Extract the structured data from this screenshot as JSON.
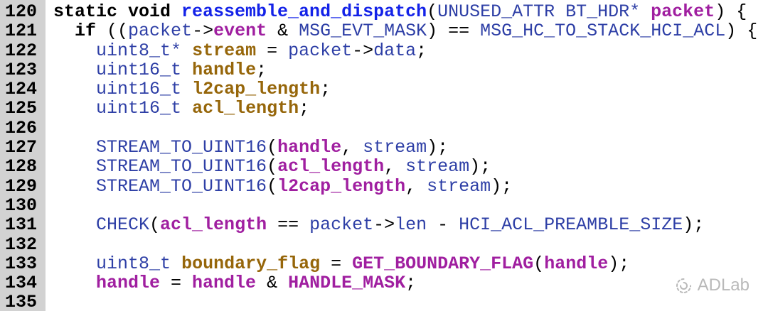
{
  "colors": {
    "background": "#ffffff",
    "gutter_background": "#d2d2d2",
    "line_number": "#000000",
    "keyword": "#000000",
    "function": "#1322e8",
    "type": "#2e3fa6",
    "param": "#a01fa0",
    "local": "#96660a",
    "plain": "#000000",
    "watermark": "#b6b6b6"
  },
  "watermark": {
    "label": "ADLab"
  },
  "code": {
    "language": "c",
    "lines": [
      {
        "num": "120",
        "tokens": [
          {
            "c": "kw",
            "t": "static void "
          },
          {
            "c": "fn",
            "t": "reassemble_and_dispatch"
          },
          {
            "c": "pl",
            "t": "("
          },
          {
            "c": "ty",
            "t": "UNUSED_ATTR BT_HDR*"
          },
          {
            "c": "pl",
            "t": " "
          },
          {
            "c": "pa",
            "t": "packet"
          },
          {
            "c": "pl",
            "t": ") {"
          }
        ]
      },
      {
        "num": "121",
        "tokens": [
          {
            "c": "pl",
            "t": "  "
          },
          {
            "c": "kw",
            "t": "if"
          },
          {
            "c": "pl",
            "t": " (("
          },
          {
            "c": "ty",
            "t": "packet"
          },
          {
            "c": "pl",
            "t": "->"
          },
          {
            "c": "pa",
            "t": "event"
          },
          {
            "c": "pl",
            "t": " & "
          },
          {
            "c": "ty",
            "t": "MSG_EVT_MASK"
          },
          {
            "c": "pl",
            "t": ") == "
          },
          {
            "c": "ty",
            "t": "MSG_HC_TO_STACK_HCI_ACL"
          },
          {
            "c": "pl",
            "t": ") {"
          }
        ]
      },
      {
        "num": "122",
        "tokens": [
          {
            "c": "pl",
            "t": "    "
          },
          {
            "c": "ty",
            "t": "uint8_t*"
          },
          {
            "c": "pl",
            "t": " "
          },
          {
            "c": "lo",
            "t": "stream"
          },
          {
            "c": "pl",
            "t": " = "
          },
          {
            "c": "ty",
            "t": "packet"
          },
          {
            "c": "pl",
            "t": "->"
          },
          {
            "c": "ty",
            "t": "data"
          },
          {
            "c": "pl",
            "t": ";"
          }
        ]
      },
      {
        "num": "123",
        "tokens": [
          {
            "c": "pl",
            "t": "    "
          },
          {
            "c": "ty",
            "t": "uint16_t"
          },
          {
            "c": "pl",
            "t": " "
          },
          {
            "c": "lo",
            "t": "handle"
          },
          {
            "c": "pl",
            "t": ";"
          }
        ]
      },
      {
        "num": "124",
        "tokens": [
          {
            "c": "pl",
            "t": "    "
          },
          {
            "c": "ty",
            "t": "uint16_t"
          },
          {
            "c": "pl",
            "t": " "
          },
          {
            "c": "lo",
            "t": "l2cap_length"
          },
          {
            "c": "pl",
            "t": ";"
          }
        ]
      },
      {
        "num": "125",
        "tokens": [
          {
            "c": "pl",
            "t": "    "
          },
          {
            "c": "ty",
            "t": "uint16_t"
          },
          {
            "c": "pl",
            "t": " "
          },
          {
            "c": "lo",
            "t": "acl_length"
          },
          {
            "c": "pl",
            "t": ";"
          }
        ]
      },
      {
        "num": "126",
        "tokens": []
      },
      {
        "num": "127",
        "tokens": [
          {
            "c": "pl",
            "t": "    "
          },
          {
            "c": "ty",
            "t": "STREAM_TO_UINT16"
          },
          {
            "c": "pl",
            "t": "("
          },
          {
            "c": "pa",
            "t": "handle"
          },
          {
            "c": "pl",
            "t": ", "
          },
          {
            "c": "ty",
            "t": "stream"
          },
          {
            "c": "pl",
            "t": ");"
          }
        ]
      },
      {
        "num": "128",
        "tokens": [
          {
            "c": "pl",
            "t": "    "
          },
          {
            "c": "ty",
            "t": "STREAM_TO_UINT16"
          },
          {
            "c": "pl",
            "t": "("
          },
          {
            "c": "pa",
            "t": "acl_length"
          },
          {
            "c": "pl",
            "t": ", "
          },
          {
            "c": "ty",
            "t": "stream"
          },
          {
            "c": "pl",
            "t": ");"
          }
        ]
      },
      {
        "num": "129",
        "tokens": [
          {
            "c": "pl",
            "t": "    "
          },
          {
            "c": "ty",
            "t": "STREAM_TO_UINT16"
          },
          {
            "c": "pl",
            "t": "("
          },
          {
            "c": "pa",
            "t": "l2cap_length"
          },
          {
            "c": "pl",
            "t": ", "
          },
          {
            "c": "ty",
            "t": "stream"
          },
          {
            "c": "pl",
            "t": ");"
          }
        ]
      },
      {
        "num": "130",
        "tokens": []
      },
      {
        "num": "131",
        "tokens": [
          {
            "c": "pl",
            "t": "    "
          },
          {
            "c": "ty",
            "t": "CHECK"
          },
          {
            "c": "pl",
            "t": "("
          },
          {
            "c": "pa",
            "t": "acl_length"
          },
          {
            "c": "pl",
            "t": " == "
          },
          {
            "c": "ty",
            "t": "packet"
          },
          {
            "c": "pl",
            "t": "->"
          },
          {
            "c": "ty",
            "t": "len"
          },
          {
            "c": "pl",
            "t": " - "
          },
          {
            "c": "ty",
            "t": "HCI_ACL_PREAMBLE_SIZE"
          },
          {
            "c": "pl",
            "t": ");"
          }
        ]
      },
      {
        "num": "132",
        "tokens": []
      },
      {
        "num": "133",
        "tokens": [
          {
            "c": "pl",
            "t": "    "
          },
          {
            "c": "ty",
            "t": "uint8_t"
          },
          {
            "c": "pl",
            "t": " "
          },
          {
            "c": "lo",
            "t": "boundary_flag"
          },
          {
            "c": "pl",
            "t": " = "
          },
          {
            "c": "pa",
            "t": "GET_BOUNDARY_FLAG"
          },
          {
            "c": "pl",
            "t": "("
          },
          {
            "c": "pa",
            "t": "handle"
          },
          {
            "c": "pl",
            "t": ");"
          }
        ]
      },
      {
        "num": "134",
        "tokens": [
          {
            "c": "pl",
            "t": "    "
          },
          {
            "c": "pa",
            "t": "handle"
          },
          {
            "c": "pl",
            "t": " = "
          },
          {
            "c": "pa",
            "t": "handle"
          },
          {
            "c": "pl",
            "t": " & "
          },
          {
            "c": "pa",
            "t": "HANDLE_MASK"
          },
          {
            "c": "pl",
            "t": ";"
          }
        ]
      },
      {
        "num": "135",
        "tokens": []
      }
    ]
  }
}
